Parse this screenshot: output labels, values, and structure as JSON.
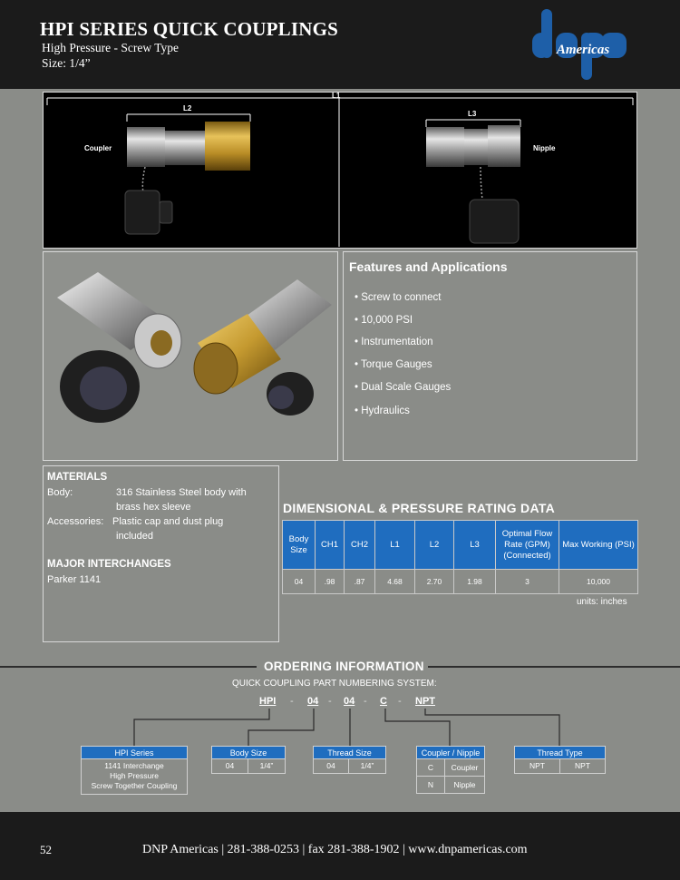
{
  "header": {
    "title": "HPI SERIES QUICK COUPLINGS",
    "subtitle": "High Pressure - Screw Type",
    "size": "Size: 1/4”",
    "logo_text": "Americas"
  },
  "diagram": {
    "l1": "L1",
    "l2": "L2",
    "l3": "L3",
    "coupler": "Coupler",
    "nipple": "Nipple"
  },
  "features": {
    "title": "Features and Applications",
    "items": [
      "• Screw to connect",
      "• 10,000 PSI",
      "• Instrumentation",
      "• Torque Gauges",
      "• Dual Scale Gauges",
      "• Hydraulics"
    ]
  },
  "materials": {
    "heading": "MATERIALS",
    "body_label": "Body:",
    "body_value_1": "316 Stainless Steel body with",
    "body_value_2": "brass hex sleeve",
    "acc_label": "Accessories:",
    "acc_value_1": "Plastic cap and dust plug",
    "acc_value_2": "included",
    "interchanges_heading": "MAJOR INTERCHANGES",
    "interchanges_value": "Parker 1141"
  },
  "dimensions": {
    "title": "DIMENSIONAL & PRESSURE RATING DATA",
    "headers": [
      "Body Size",
      "CH1",
      "CH2",
      "L1",
      "L2",
      "L3",
      "Optimal Flow Rate (GPM) (Connected)",
      "Max Working (PSI)"
    ],
    "row": [
      "04",
      ".98",
      ".87",
      "4.68",
      "2.70",
      "1.98",
      "3",
      "10,000"
    ],
    "units": "units: inches"
  },
  "ordering": {
    "title": "ORDERING INFORMATION",
    "subtitle": "QUICK COUPLING PART NUMBERING SYSTEM:",
    "part": {
      "p1": "HPI",
      "d1": "-",
      "p2": "04",
      "d2": "-",
      "p3": "04",
      "d3": "-",
      "p4": "C",
      "d4": "-",
      "p5": "NPT"
    },
    "series": {
      "header": "HPI Series",
      "line1": "1141 Interchange",
      "line2": "High Pressure",
      "line3": "Screw Together Coupling"
    },
    "body_size": {
      "header": "Body Size",
      "code": "04",
      "value": "1/4”"
    },
    "thread_size": {
      "header": "Thread Size",
      "code": "04",
      "value": "1/4”"
    },
    "coupler_nipple": {
      "header": "Coupler / Nipple",
      "rows": [
        {
          "code": "C",
          "value": "Coupler"
        },
        {
          "code": "N",
          "value": "Nipple"
        }
      ]
    },
    "thread_type": {
      "header": "Thread Type",
      "code": "NPT",
      "value": "NPT"
    }
  },
  "footer": {
    "page": "52",
    "contact": "DNP Americas | 281-388-0253 | fax 281-388-1902 | www.dnpamericas.com"
  },
  "colors": {
    "header_bg": "#1b1b1b",
    "page_bg": "#8a8c88",
    "table_blue": "#1f6dbf",
    "logo_blue": "#1e5fa8"
  }
}
